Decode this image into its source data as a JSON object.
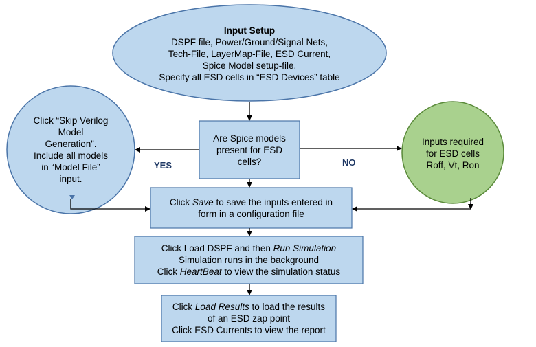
{
  "colors": {
    "blue_fill": "#bdd7ee",
    "blue_stroke": "#4a74a8",
    "green_fill": "#a9d18e",
    "green_stroke": "#5a8a3a",
    "connector": "#000000",
    "label": "#1f3864"
  },
  "input_setup": {
    "title": "Input Setup",
    "lines": [
      "DSPF file, Power/Ground/Signal Nets,",
      "Tech-File, LayerMap-File, ESD Current,",
      "Spice Model setup-file.",
      "Specify all ESD cells in “ESD Devices” table"
    ]
  },
  "decision": {
    "lines": [
      "Are Spice models",
      "present for ESD",
      "cells?"
    ]
  },
  "skip_verilog": {
    "lines": [
      "Click “Skip Verilog",
      "Model",
      "Generation”.",
      "Include all models",
      "in “Model File”",
      "input."
    ]
  },
  "inputs_required": {
    "lines": [
      "Inputs required",
      "for ESD cells",
      "Roff, Vt, Ron"
    ]
  },
  "labels": {
    "yes": "YES",
    "no": "NO"
  },
  "save_step": {
    "l1_pre": "Click ",
    "l1_em": "Save",
    "l1_post": " to save the inputs entered in",
    "l2": "form in a configuration file"
  },
  "sim_step": {
    "l1_pre": "Click Load DSPF  and then ",
    "l1_em": "Run Simulation",
    "l2": "Simulation runs in the background",
    "l3_pre": "Click ",
    "l3_em": "HeartBeat",
    "l3_post": " to view the simulation status"
  },
  "results_step": {
    "l1_pre": "Click ",
    "l1_em": "Load Results",
    "l1_post": " to load the results",
    "l2": "of an ESD zap point",
    "l3": "Click ESD Currents to view the report"
  }
}
